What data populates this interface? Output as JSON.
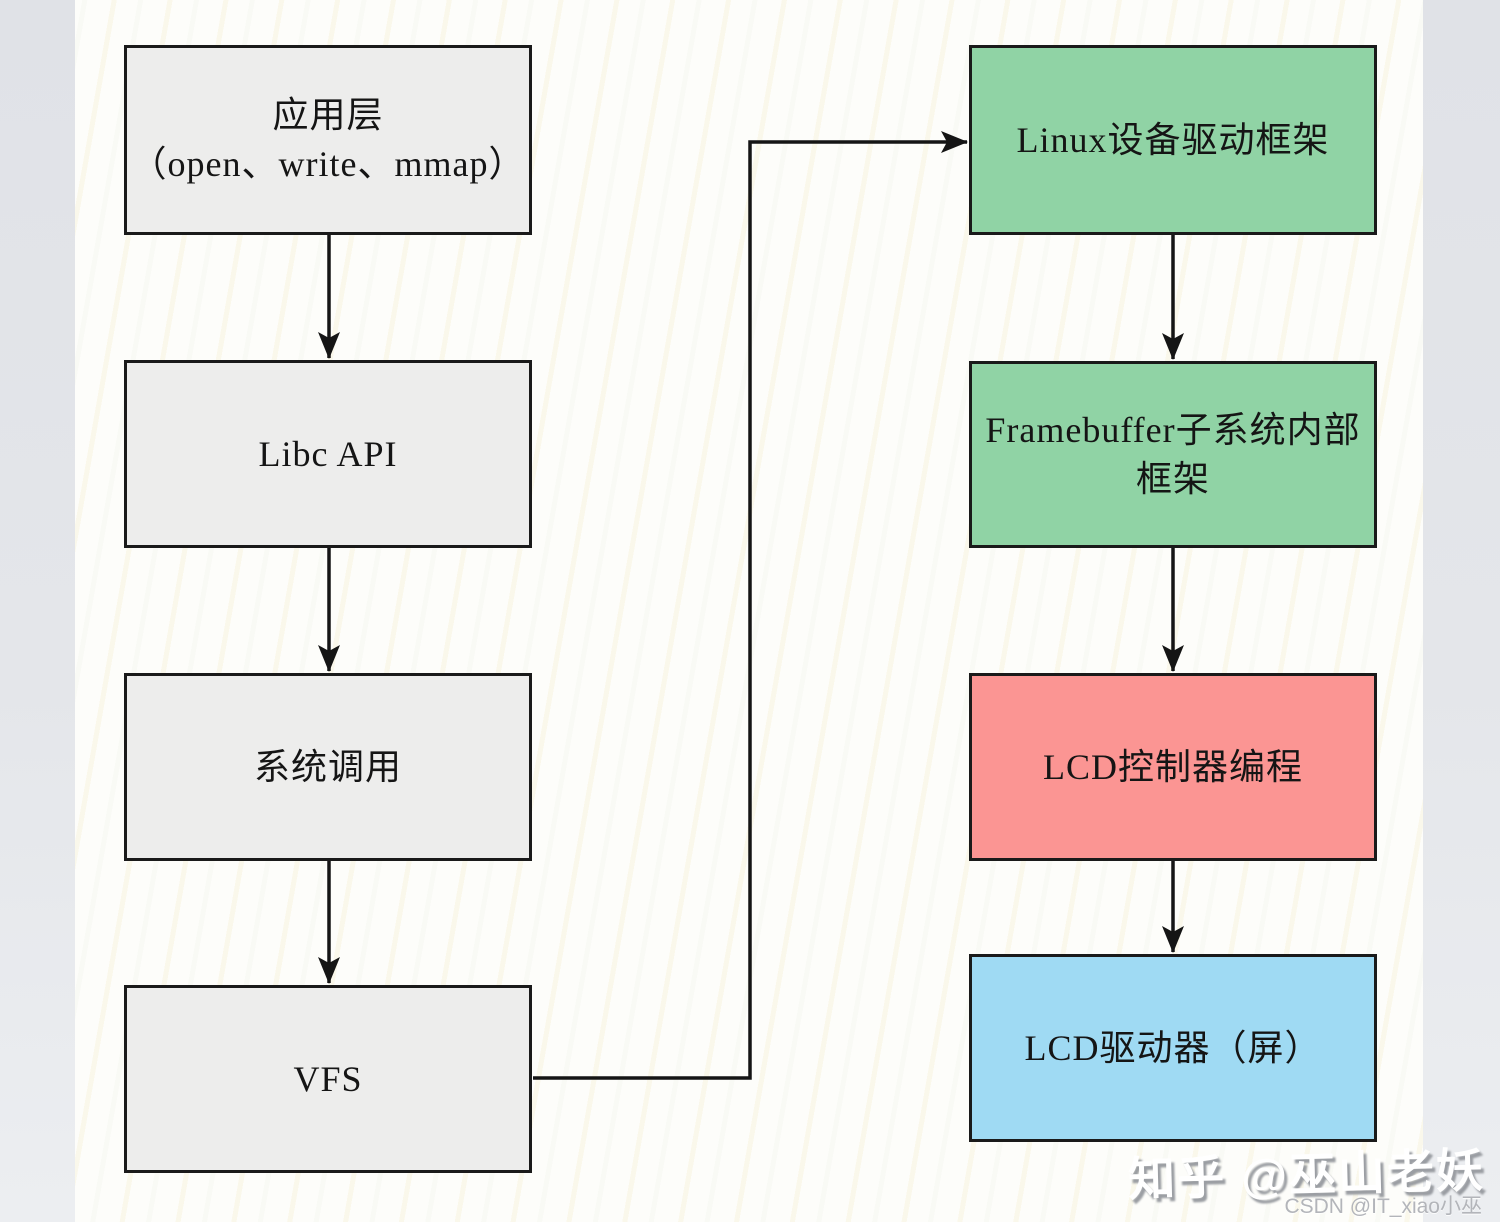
{
  "diagram": {
    "title_semantic": "Linux framebuffer LCD driver architecture flowchart",
    "boxes": {
      "app": {
        "line1": "应用层",
        "line2": "（open、write、mmap）",
        "fill": "#ededec"
      },
      "libc": {
        "label": "Libc API",
        "fill": "#ededec"
      },
      "syscall": {
        "label": "系统调用",
        "fill": "#ededec"
      },
      "vfs": {
        "label": "VFS",
        "fill": "#ededec"
      },
      "driver_framework": {
        "label": "Linux设备驱动框架",
        "fill": "#90d3a5"
      },
      "framebuffer": {
        "line1": "Framebuffer子系统内部",
        "line2": "框架",
        "fill": "#90d3a5"
      },
      "lcd_controller": {
        "label": "LCD控制器编程",
        "fill": "#fb9593"
      },
      "lcd_panel": {
        "label": "LCD驱动器（屏）",
        "fill": "#9fdaf3"
      }
    },
    "colors": {
      "box_border": "#1a1a1a",
      "arrow": "#151515",
      "background": "#fdfdfa",
      "side_strip": "#e3e5e9",
      "gray_box": "#ededec",
      "green_box": "#90d3a5",
      "red_box": "#fb9593",
      "blue_box": "#9fdaf3"
    },
    "watermarks": {
      "zhihu": "知乎 @巫山老妖",
      "csdn": "CSDN @IT_xiao小巫"
    }
  }
}
